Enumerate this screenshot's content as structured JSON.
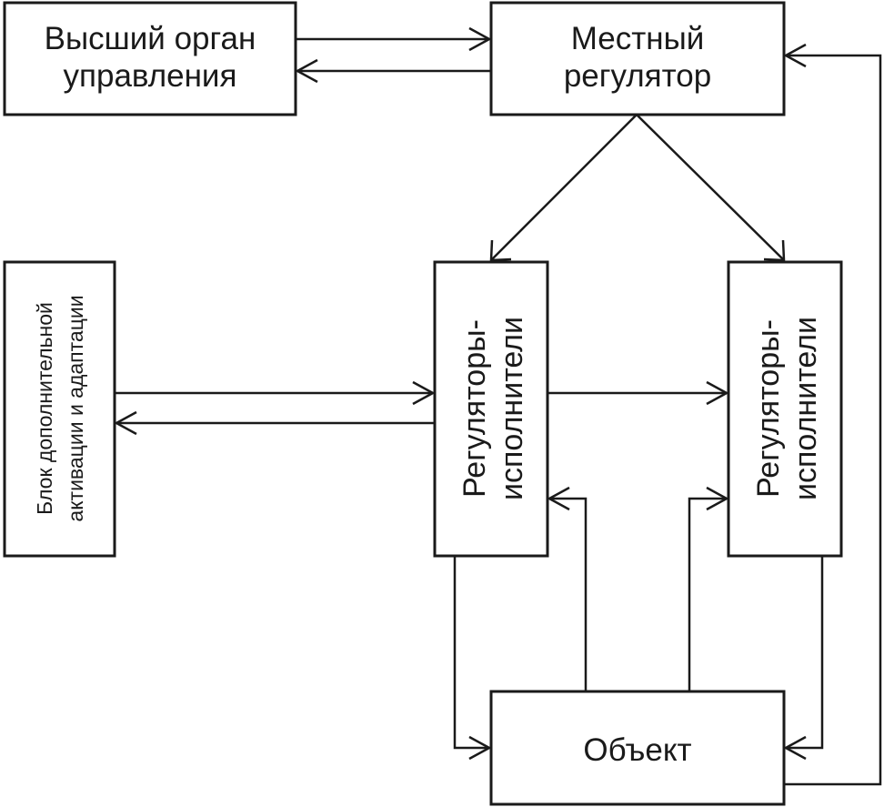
{
  "blocks": {
    "higher_authority": {
      "line1": "Высший орган",
      "line2": "управления"
    },
    "local_regulator": {
      "line1": "Местный",
      "line2": "регулятор"
    },
    "activation_block": {
      "line1": "Блок дополнительной",
      "line2": "активации и адаптации"
    },
    "executor_left": {
      "line1": "Регуляторы-",
      "line2": "исполнители"
    },
    "executor_right": {
      "line1": "Регуляторы-",
      "line2": "исполнители"
    },
    "object": {
      "label": "Объект"
    }
  }
}
